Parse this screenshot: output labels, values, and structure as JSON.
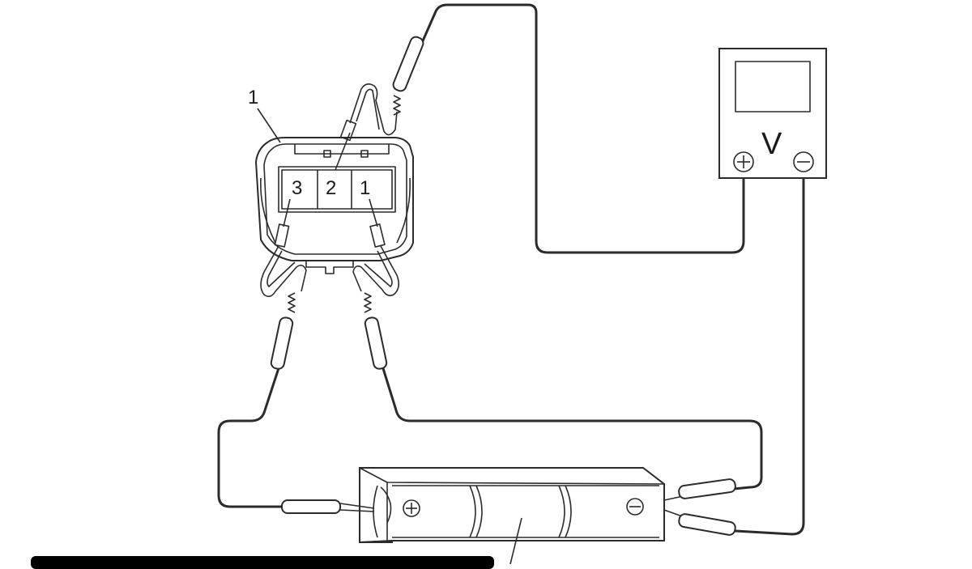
{
  "labels": {
    "callout_1": "1",
    "pin_3": "3",
    "pin_2": "2",
    "pin_1": "1",
    "voltmeter_symbol": "V",
    "voltmeter_plus": "⊕",
    "voltmeter_minus": "⊖",
    "battery_plus": "⊕",
    "battery_minus": "⊖"
  },
  "icons": {
    "voltmeter": "voltmeter-icon",
    "battery": "battery-pack-icon",
    "connector": "connector-icon",
    "probe": "probe-icon"
  }
}
